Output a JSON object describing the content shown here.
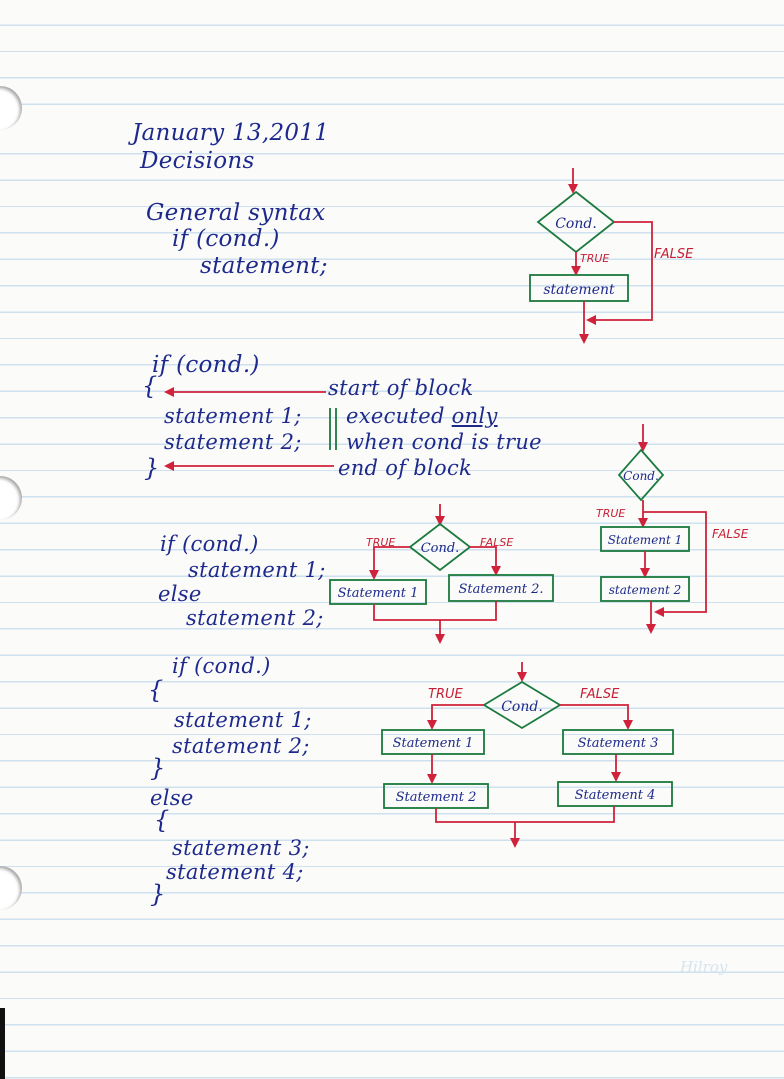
{
  "header": {
    "date": "January 13,2011",
    "title": "Decisions"
  },
  "syntax": {
    "heading": "General syntax",
    "line1": "if (cond.)",
    "line2": "statement;"
  },
  "block": {
    "line1": "if (cond.)",
    "open_brace": "{",
    "stmt1": "statement 1;",
    "stmt2": "statement 2;",
    "close_brace": "}",
    "start_note": "start of block",
    "exec_note_pre": "executed ",
    "exec_note_only": "only",
    "exec_note_2": "when cond is true",
    "end_note": "end of block"
  },
  "ifelse": {
    "line1": "if (cond.)",
    "line2": "statement 1;",
    "line3": "else",
    "line4": "statement 2;"
  },
  "ifelse_block": {
    "line1": "if (cond.)",
    "b1": "{",
    "l2": "statement 1;",
    "l3": "statement 2;",
    "b2": "}",
    "else": "else",
    "b3": "{",
    "l4": "statement 3;",
    "l5": "statement 4;",
    "b4": "}"
  },
  "chart1": {
    "cond": "Cond.",
    "true": "TRUE",
    "false": "FALSE",
    "stmt": "statement"
  },
  "chart2": {
    "cond": "Cond.",
    "true": "TRUE",
    "false": "FALSE",
    "stmt1": "Statement 1",
    "stmt2": "statement 2"
  },
  "chart3": {
    "cond": "Cond.",
    "true": "TRUE",
    "false": "FALSE",
    "stmt1": "Statement 1",
    "stmt2": "Statement 2."
  },
  "chart4": {
    "cond": "Cond.",
    "true": "TRUE",
    "false": "FALSE",
    "stmt1": "Statement 1",
    "stmt2": "Statement 2",
    "stmt3": "Statement 3",
    "stmt4": "Statement 4"
  },
  "watermark": "Hilroy",
  "colors": {
    "ink_blue": "#1d2a8c",
    "ink_red": "#d0223a",
    "ink_green": "#1b7a3e",
    "rule_blue": "#cfe0ee"
  }
}
